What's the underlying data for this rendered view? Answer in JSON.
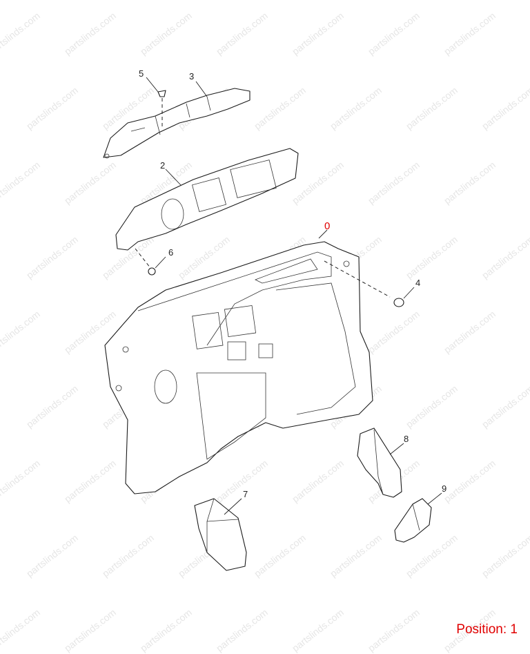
{
  "watermark": "partslinds.com",
  "callouts": {
    "c1": "5",
    "c2": "3",
    "c3": "2",
    "c4": "6",
    "c5": "4",
    "c6": "8",
    "c7": "7",
    "c8": "9",
    "highlight": "0"
  },
  "position_label": "Position: 1",
  "colors": {
    "highlight": "#e00000",
    "line": "#1a1a1a"
  }
}
